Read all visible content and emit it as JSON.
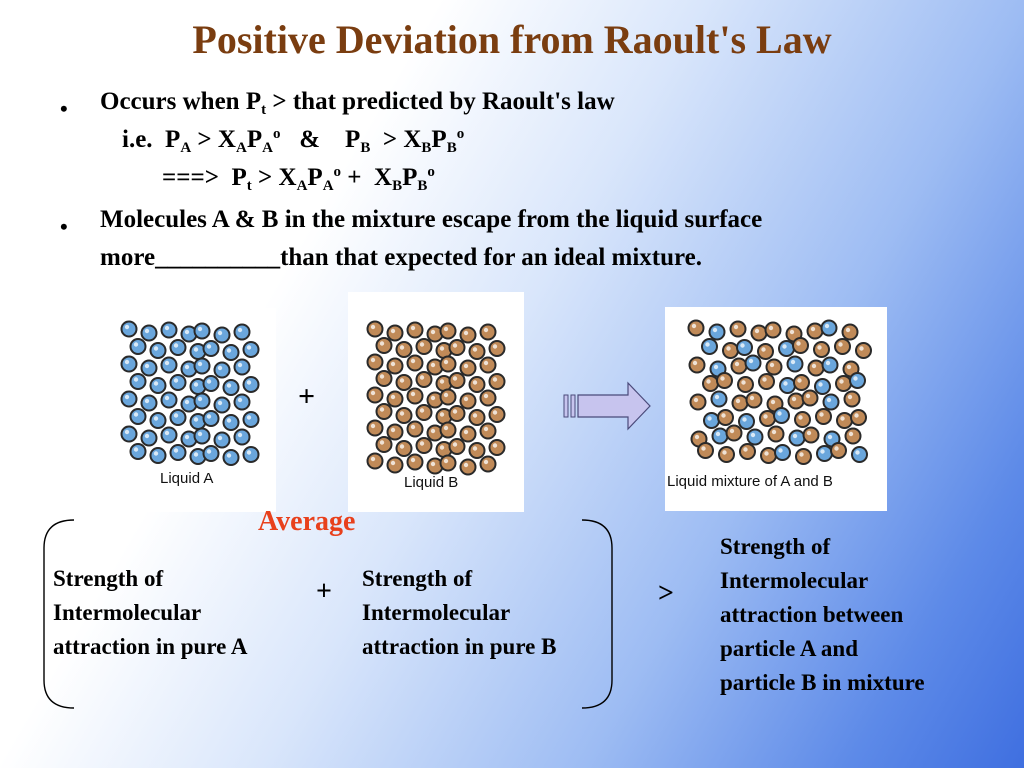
{
  "title": "Positive Deviation from Raoult's Law",
  "bullet1": {
    "prefix": "Occurs when P",
    "sub_t": "t",
    "suffix": " > that predicted by Raoult's law",
    "ie_prefix": "i.e.",
    "implies": "===>"
  },
  "bullet2": {
    "line1": "Molecules A & B in the mixture escape from the liquid surface",
    "line2": "more__________than that expected for an ideal mixture."
  },
  "bullet_glyph": "•",
  "panels": {
    "a_label": "Liquid A",
    "b_label": "Liquid B",
    "mix_label": "Liquid mixture of A and B"
  },
  "plus_sign": "+",
  "greater_sign": ">",
  "average_label": "Average",
  "box_a": [
    "Strength of",
    "Intermolecular",
    "attraction in pure A"
  ],
  "box_b": [
    "Strength of",
    "Intermolecular",
    "attraction in pure B"
  ],
  "box_mix": [
    "Strength of",
    "Intermolecular",
    "attraction between",
    "particle A and",
    "particle B in mixture"
  ],
  "colors": {
    "title": "#7a3d10",
    "average": "#e8401c",
    "particle_a": "#6aa6dc",
    "particle_b": "#c08a58",
    "arrow": "#c7c4ee"
  }
}
